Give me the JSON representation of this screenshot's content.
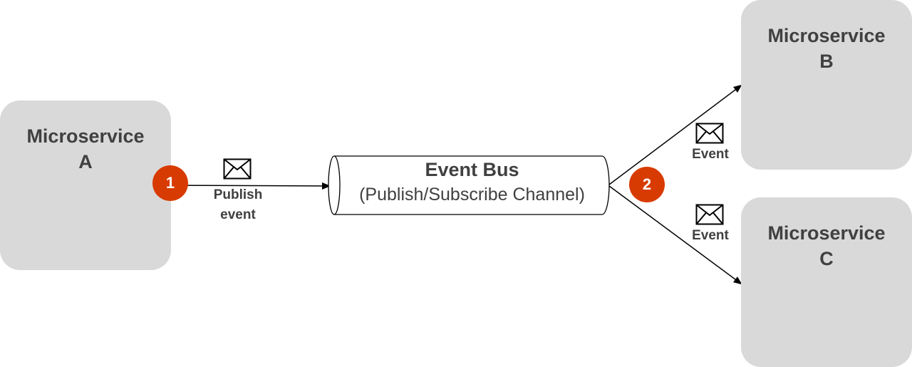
{
  "services": {
    "a": {
      "line1": "Microservice",
      "line2": "A"
    },
    "b": {
      "line1": "Microservice",
      "line2": "B"
    },
    "c": {
      "line1": "Microservice",
      "line2": "C"
    }
  },
  "bus": {
    "title": "Event Bus",
    "subtitle": "(Publish/Subscribe Channel)"
  },
  "steps": {
    "one": "1",
    "two": "2"
  },
  "labels": {
    "publish_line1": "Publish",
    "publish_line2": "event",
    "event_to_b": "Event",
    "event_to_c": "Event"
  },
  "icons": {
    "message": "envelope-icon"
  },
  "colors": {
    "service_fill": "#d9d9d9",
    "text": "#404040",
    "step_badge": "#d83b01"
  }
}
